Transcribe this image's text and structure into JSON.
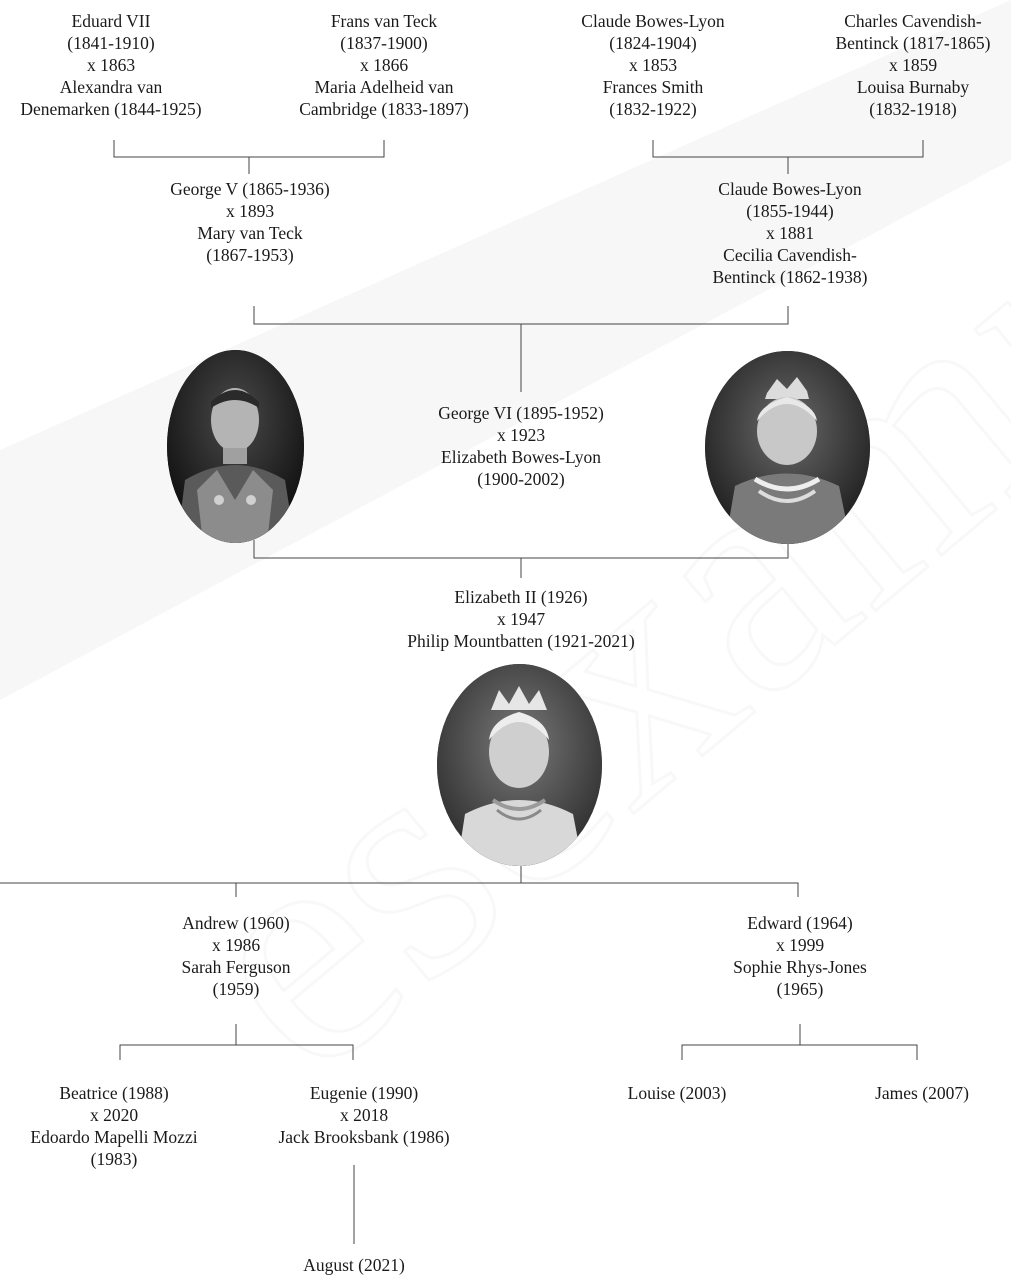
{
  "watermark": {
    "text": "esexample"
  },
  "generation1": {
    "eduard": {
      "name": "Eduard VII",
      "dates": "(1841-1910)",
      "marriage": "x 1863",
      "spouse": "Alexandra van",
      "spouse_dates": "Denemarken (1844-1925)"
    },
    "frans": {
      "name": "Frans van Teck",
      "dates": "(1837-1900)",
      "marriage": "x 1866",
      "spouse": "Maria Adelheid van",
      "spouse_dates": "Cambridge (1833-1897)"
    },
    "claude_sr": {
      "name": "Claude Bowes-Lyon",
      "dates": "(1824-1904)",
      "marriage": "x 1853",
      "spouse": "Frances Smith",
      "spouse_dates": "(1832-1922)"
    },
    "charles": {
      "name": "Charles Cavendish-",
      "dates": "Bentinck (1817-1865)",
      "marriage": "x 1859",
      "spouse": "Louisa Burnaby",
      "spouse_dates": "(1832-1918)"
    }
  },
  "generation2": {
    "george_v": {
      "name": "George V (1865-1936)",
      "marriage": "x 1893",
      "spouse": "Mary van Teck",
      "spouse_dates": "(1867-1953)"
    },
    "claude_jr": {
      "name": "Claude Bowes-Lyon",
      "dates": "(1855-1944)",
      "marriage": "x 1881",
      "spouse": "Cecilia Cavendish-",
      "spouse_dates": "Bentinck (1862-1938)"
    }
  },
  "generation3": {
    "george_vi": {
      "name": "George VI (1895-1952)",
      "marriage": "x 1923",
      "spouse": "Elizabeth Bowes-Lyon",
      "spouse_dates": "(1900-2002)"
    }
  },
  "generation4": {
    "elizabeth_ii": {
      "name": "Elizabeth II (1926)",
      "marriage": "x 1947",
      "spouse": "Philip Mountbatten (1921-2021)"
    }
  },
  "generation5": {
    "andrew": {
      "name": "Andrew (1960)",
      "marriage": "x 1986",
      "spouse": "Sarah Ferguson",
      "spouse_dates": "(1959)"
    },
    "edward": {
      "name": "Edward (1964)",
      "marriage": "x 1999",
      "spouse": "Sophie Rhys-Jones",
      "spouse_dates": "(1965)"
    }
  },
  "generation6": {
    "beatrice": {
      "name": "Beatrice (1988)",
      "marriage": "x 2020",
      "spouse": "Edoardo Mapelli Mozzi",
      "spouse_dates": "(1983)"
    },
    "eugenie": {
      "name": "Eugenie (1990)",
      "marriage": "x 2018",
      "spouse": "Jack Brooksbank (1986)"
    },
    "louise": {
      "name": "Louise (2003)"
    },
    "james": {
      "name": "James (2007)"
    }
  },
  "generation7": {
    "august": {
      "name": "August (2021)"
    }
  },
  "portraits": {
    "george_vi": "george-vi-portrait",
    "elizabeth_mother": "queen-mother-portrait",
    "elizabeth_ii": "elizabeth-ii-portrait"
  }
}
